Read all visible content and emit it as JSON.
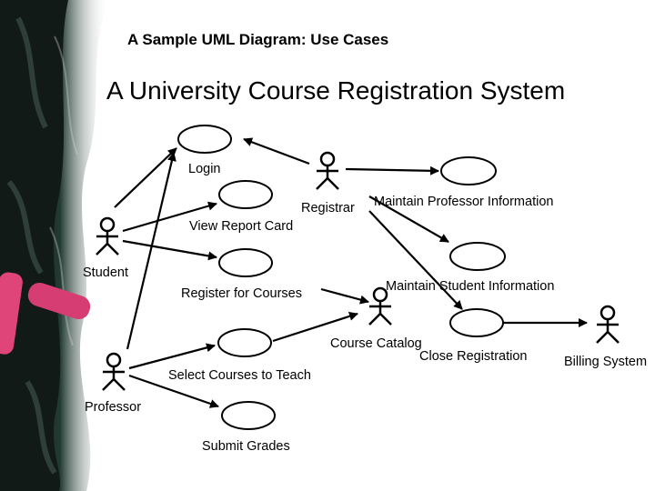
{
  "header": {
    "subtitle": "A Sample UML Diagram: Use Cases",
    "title": "A University Course Registration System"
  },
  "actors": {
    "student": "Student",
    "registrar": "Registrar",
    "professor": "Professor",
    "course_catalog": "Course Catalog",
    "billing_system": "Billing System"
  },
  "use_cases": {
    "login": "Login",
    "view_report_card": "View Report Card",
    "register_for_courses": "Register for Courses",
    "select_courses_to_teach": "Select Courses to Teach",
    "submit_grades": "Submit Grades",
    "maintain_professor_information": "Maintain Professor Information",
    "maintain_student_information": "Maintain Student Information",
    "close_registration": "Close Registration"
  },
  "colors": {
    "chalkboard": "#1c2a26",
    "chalk_pink": "#e0457a",
    "line": "#000000"
  }
}
